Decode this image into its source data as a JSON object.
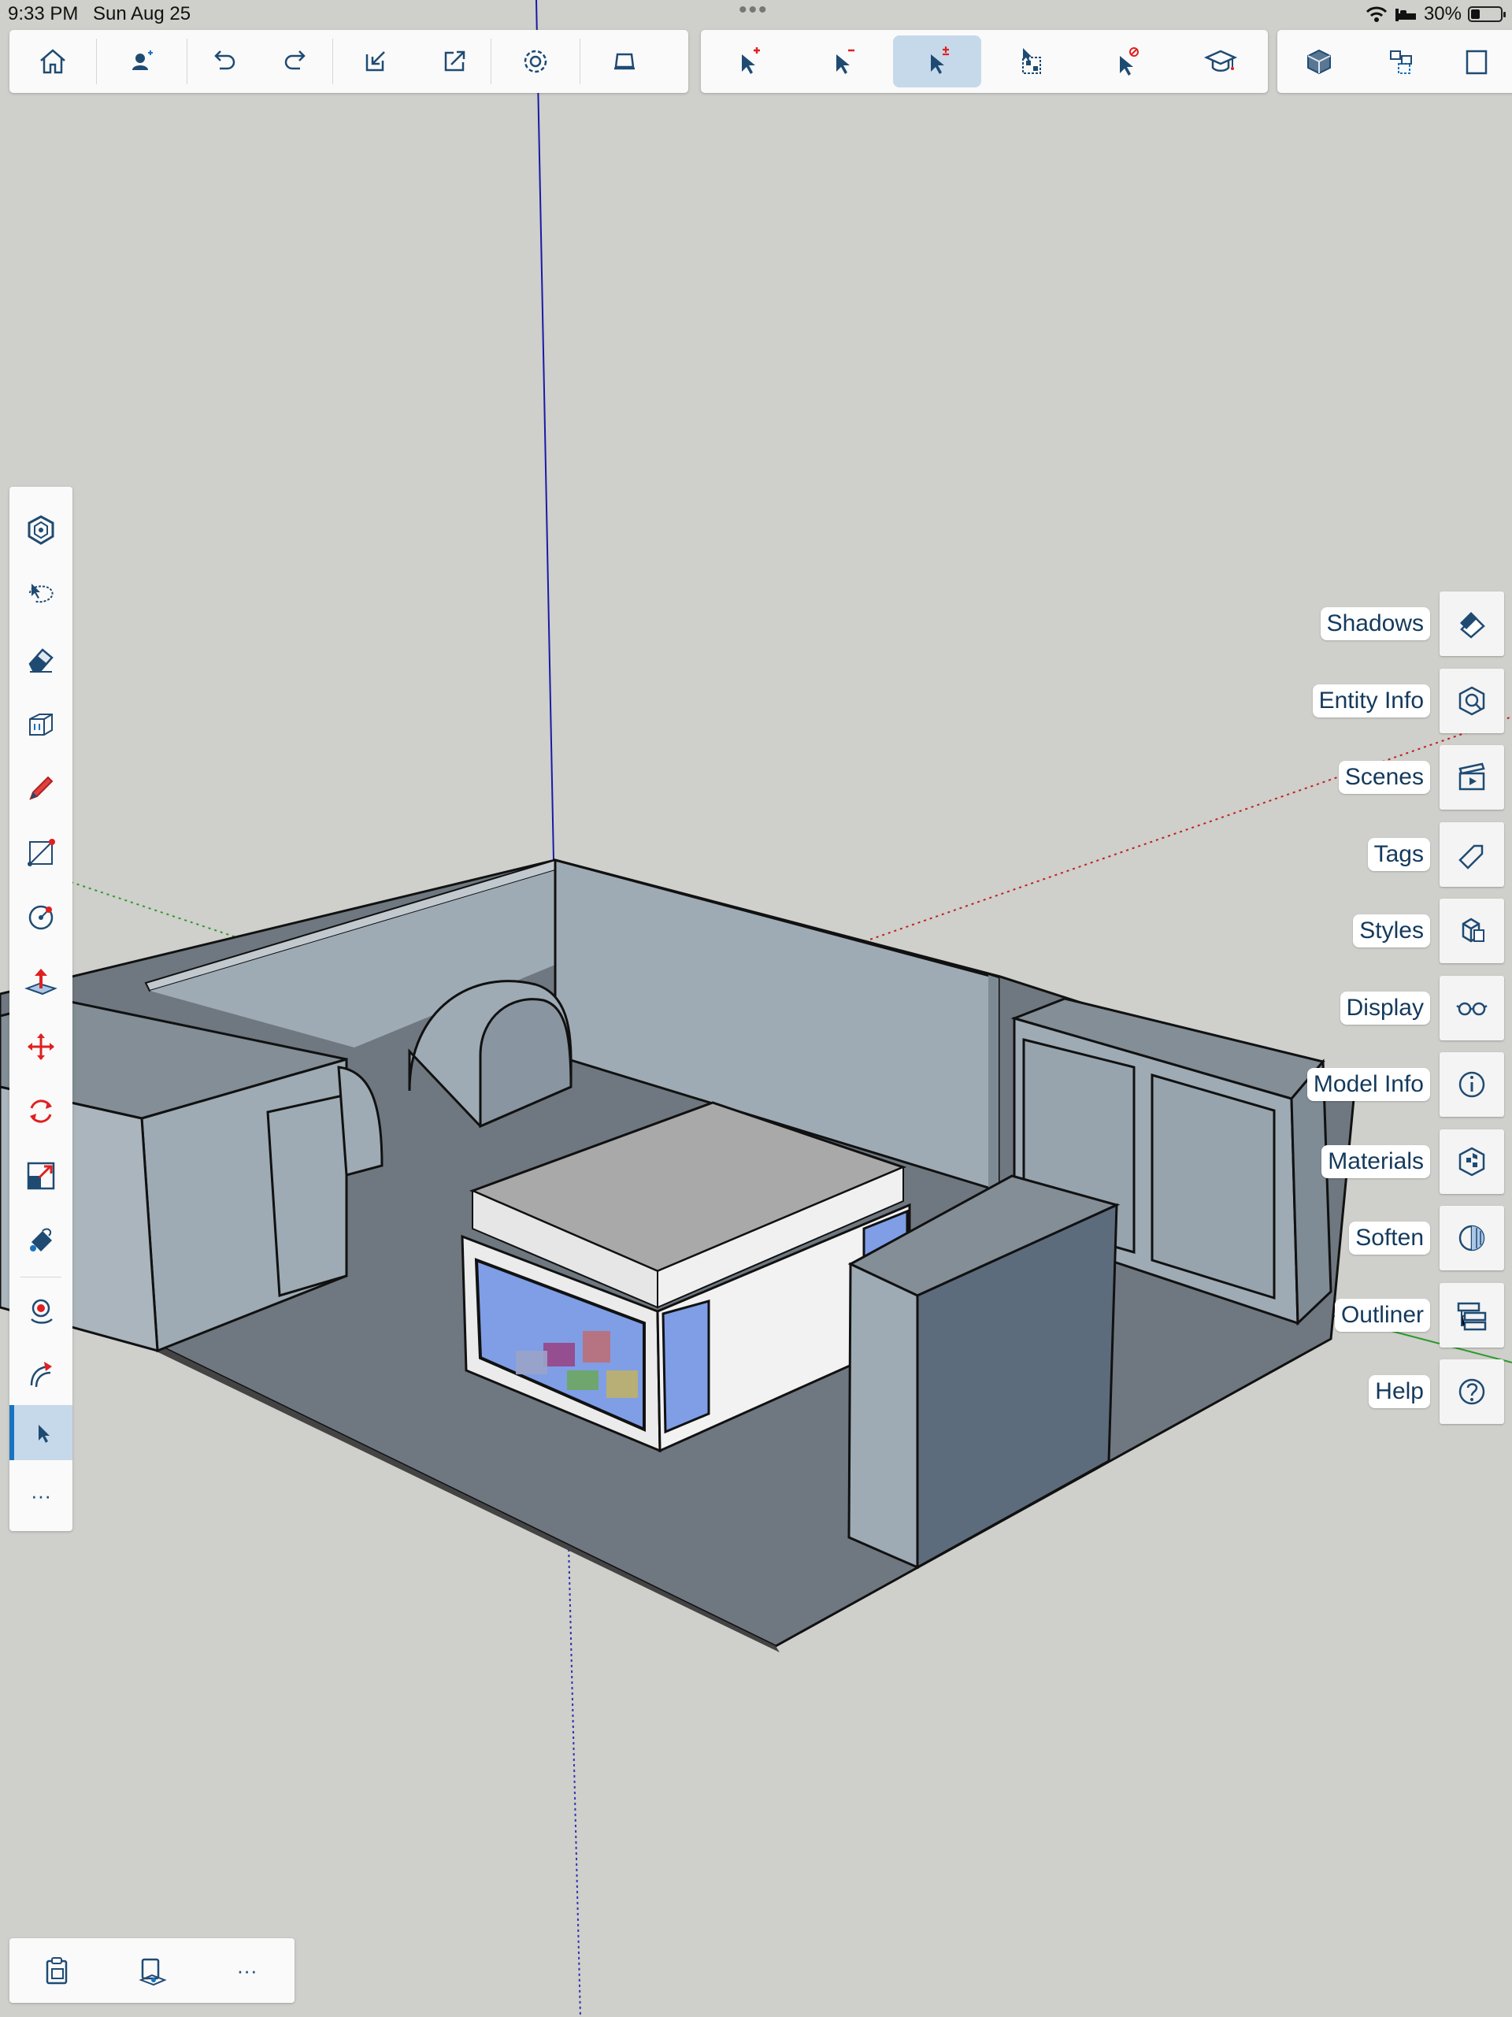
{
  "status": {
    "time": "9:33 PM",
    "date": "Sun Aug 25",
    "battery": "30%",
    "battery_level": 0.3
  },
  "toolbar": {
    "group1": [
      {
        "name": "home-icon"
      },
      {
        "name": "add-user-icon"
      },
      {
        "name": "undo-icon"
      },
      {
        "name": "redo-icon"
      },
      {
        "name": "import-icon"
      },
      {
        "name": "export-icon"
      },
      {
        "name": "settings-icon"
      },
      {
        "name": "view-icon"
      }
    ],
    "group2": [
      {
        "name": "select-add-icon"
      },
      {
        "name": "select-subtract-icon"
      },
      {
        "name": "select-toggle-icon",
        "active": true
      },
      {
        "name": "select-all-icon"
      },
      {
        "name": "select-none-icon"
      },
      {
        "name": "learn-icon"
      }
    ],
    "group3": [
      {
        "name": "box-view-icon"
      },
      {
        "name": "components-icon"
      },
      {
        "name": "clipboard-icon"
      }
    ]
  },
  "left_tools": [
    "component-icon",
    "lasso-select-icon",
    "eraser-icon",
    "tape-measure-icon",
    "pencil-icon",
    "rectangle-icon",
    "circle-icon",
    "push-pull-icon",
    "move-icon",
    "rotate-icon",
    "scale-icon",
    "paint-bucket-icon",
    "orbit-icon",
    "follow-me-icon",
    "select-icon",
    "more-icon"
  ],
  "panels": [
    {
      "label": "Shadows",
      "icon": "shadows-icon"
    },
    {
      "label": "Entity Info",
      "icon": "entity-info-icon"
    },
    {
      "label": "Scenes",
      "icon": "scenes-icon"
    },
    {
      "label": "Tags",
      "icon": "tags-icon"
    },
    {
      "label": "Styles",
      "icon": "styles-icon"
    },
    {
      "label": "Display",
      "icon": "display-icon"
    },
    {
      "label": "Model Info",
      "icon": "model-info-icon"
    },
    {
      "label": "Materials",
      "icon": "materials-icon"
    },
    {
      "label": "Soften",
      "icon": "soften-icon"
    },
    {
      "label": "Outliner",
      "icon": "outliner-icon"
    },
    {
      "label": "Help",
      "icon": "help-icon"
    }
  ],
  "bottom": [
    {
      "name": "paste-icon"
    },
    {
      "name": "paste-in-place-icon"
    },
    {
      "name": "more-icon",
      "label": "···"
    }
  ],
  "colors": {
    "canvas": "#cfcfcb",
    "accent": "#1b73c0",
    "active_bg": "#c6d9ea",
    "label_text": "#143a5c",
    "wall": "#9eabb4",
    "floor": "#6f7880"
  }
}
